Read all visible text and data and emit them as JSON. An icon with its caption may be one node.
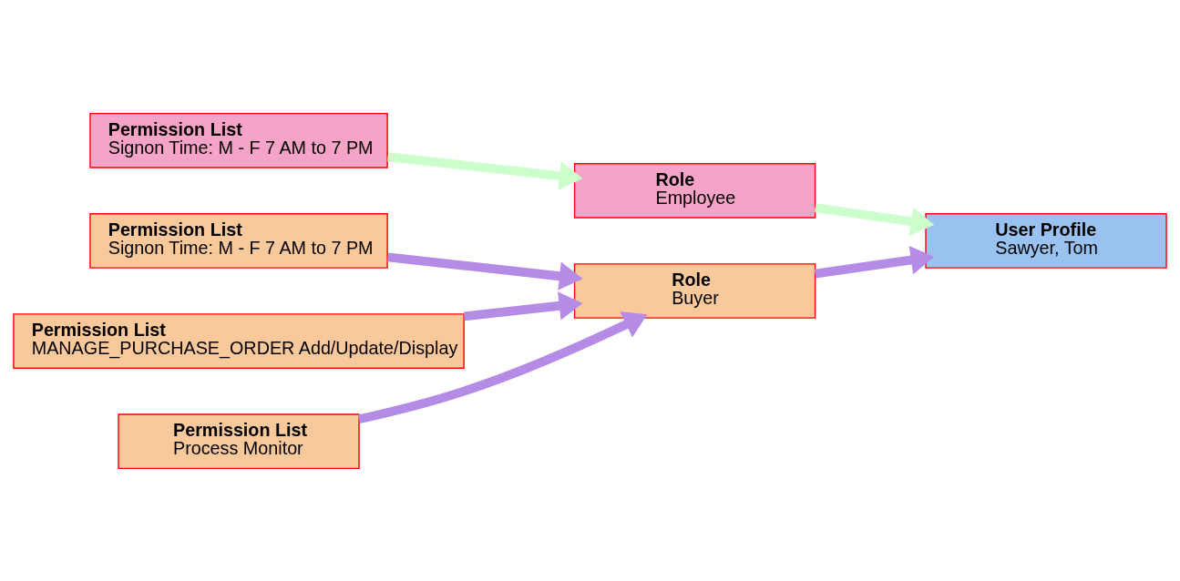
{
  "diagram": {
    "nodes": [
      {
        "text": [
          "Permission List",
          "Signon Time: M - F 7 AM to 7 PM"
        ]
      },
      {
        "text": [
          "Role",
          "Employee"
        ]
      },
      {
        "text": [
          "User Profile",
          "Sawyer, Tom"
        ]
      },
      {
        "text": [
          "Permission List",
          "Signon Time: M - F 7 AM to 7 PM"
        ]
      },
      {
        "text": [
          "Role",
          "Buyer"
        ]
      },
      {
        "text": [
          "Permission List",
          "MANAGE_PURCHASE_ORDER Add/Update/Display"
        ]
      },
      {
        "text": [
          "Permission List",
          "Process Monitor"
        ]
      }
    ],
    "edges": [
      {
        "from": 0,
        "to": 1,
        "arrow": "to",
        "color": "#ccffcc"
      },
      {
        "from": 1,
        "to": 2,
        "arrow": "to",
        "color": "#ccffcc"
      },
      {
        "from": 3,
        "to": 4,
        "arrow": "to"
      },
      {
        "from": 4,
        "to": 2,
        "arrow": "to"
      },
      {
        "from": 5,
        "to": 4,
        "arrow": "to"
      },
      {
        "from": 6,
        "to": 4,
        "arrow": "to"
      }
    ]
  }
}
